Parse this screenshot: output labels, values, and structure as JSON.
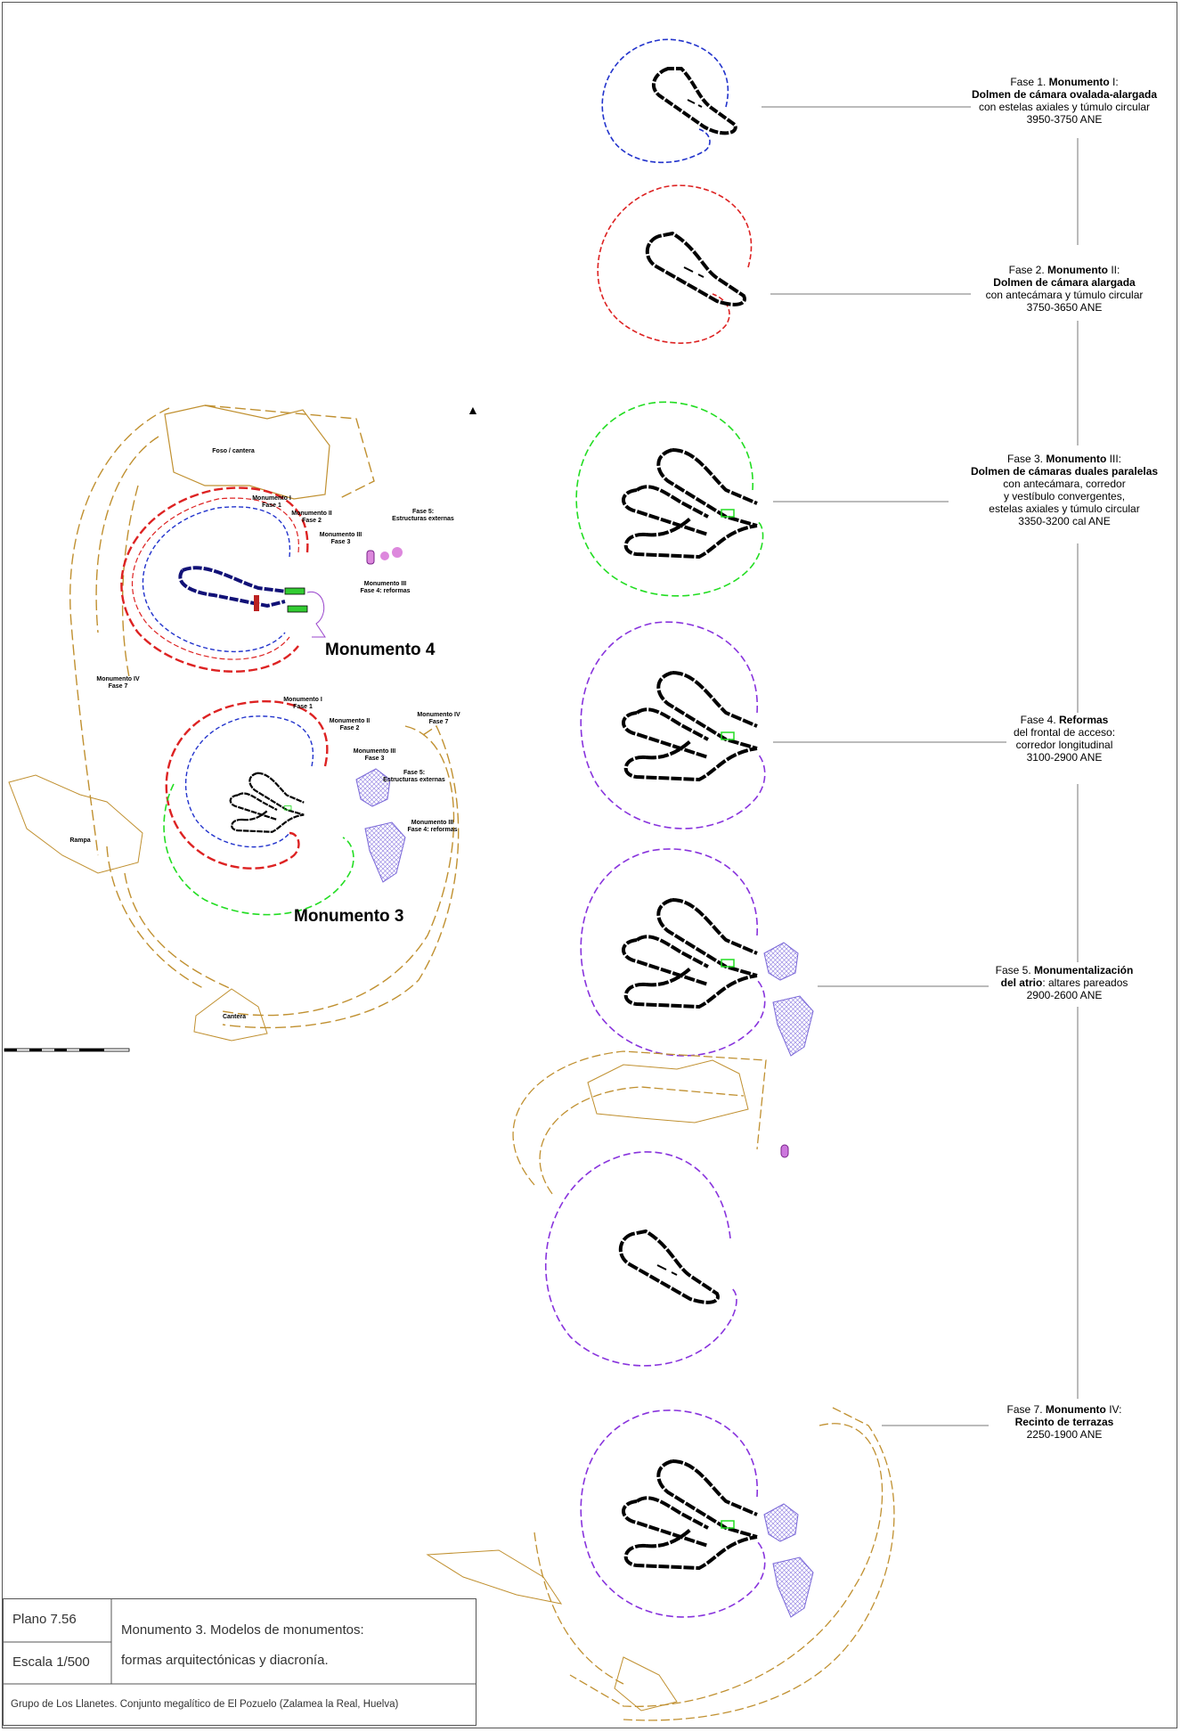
{
  "phases": [
    {
      "prefix": "Fase 1. ",
      "bold1": "Monumento",
      "rest1": " I:",
      "bold2": "Dolmen de cámara ovalada-alargada",
      "lines": [
        "con estelas axiales y túmulo circular",
        "3950-3750 ANE"
      ],
      "color": "#2233cc"
    },
    {
      "prefix": "Fase 2. ",
      "bold1": "Monumento",
      "rest1": " II:",
      "bold2": "Dolmen de cámara alargada",
      "lines": [
        "con antecámara y túmulo circular",
        "3750-3650 ANE"
      ],
      "color": "#dd2222"
    },
    {
      "prefix": "Fase 3. ",
      "bold1": "Monumento",
      "rest1": " III:",
      "bold2": "Dolmen de cámaras duales paralelas",
      "lines": [
        "con antecámara, corredor",
        "y vestíbulo convergentes,",
        "estelas axiales y túmulo circular",
        "3350-3200 cal ANE"
      ],
      "color": "#22dd22"
    },
    {
      "prefix": "Fase 4. ",
      "bold1": "Reformas",
      "rest1": "",
      "bold2": "",
      "lines": [
        "del frontal de acceso:",
        "corredor longitudinal",
        "3100-2900 ANE"
      ],
      "color": "#8833dd"
    },
    {
      "prefix": "Fase 5. ",
      "bold1": "Monumentalización",
      "rest1": "",
      "bold2": "del atrio",
      "rest2": ": altares pareados",
      "lines": [
        "2900-2600 ANE"
      ],
      "color": "#8833dd"
    },
    {
      "prefix": "Fase 7. ",
      "bold1": "Monumento",
      "rest1": " IV:",
      "bold2": "Recinto de terrazas",
      "lines": [
        "2250-1900 ANE"
      ],
      "color": "#c09030"
    }
  ],
  "plan_labels": {
    "foso": "Foso / cantera",
    "m4_mon1": "Monumento  I",
    "m4_f1": "Fase 1",
    "m4_mon2": "Monumento II",
    "m4_f2": "Fase 2",
    "m4_mon3": "Monumento III",
    "m4_f3": "Fase 3",
    "m4_f5a": "Fase 5:",
    "m4_f5b": "Estructuras externas",
    "m4_mon3b": "Monumento III",
    "m4_f4": "Fase 4: reformas",
    "big_m4": "Monumento 4",
    "m4_mon4": "Monumento IV",
    "m4_f7": "Fase 7",
    "m3_mon1": "Monumento  I",
    "m3_f1": "Fase 1",
    "m3_mon2": "Monumento II",
    "m3_f2": "Fase 2",
    "m3_mon4": "Monumento IV",
    "m3_f7": "Fase 7",
    "m3_mon3": "Monumento III",
    "m3_f3": "Fase 3",
    "m3_f5a": "Fase 5:",
    "m3_f5b": "Estructuras externas",
    "m3_mon3b": "Monumento III",
    "m3_f4": "Fase 4: reformas",
    "rampa": "Rampa",
    "big_m3": "Monumento 3",
    "cantera": "Cantera"
  },
  "titleblock": {
    "plano": "Plano 7.56",
    "escala": "Escala 1/500",
    "title1": "Monumento 3.  Modelos de monumentos:",
    "title2": "formas arquitectónicas y diacronía.",
    "footer": "Grupo de Los Llanetes. Conjunto megalítico de El Pozuelo (Zalamea la Real, Huelva)"
  },
  "colors": {
    "blue": "#2233cc",
    "red": "#dd2222",
    "green": "#22dd22",
    "purple": "#8833dd",
    "ochre": "#c09030",
    "lilac": "#b7a6f0"
  },
  "icons": {
    "north": "north-arrow-icon"
  }
}
